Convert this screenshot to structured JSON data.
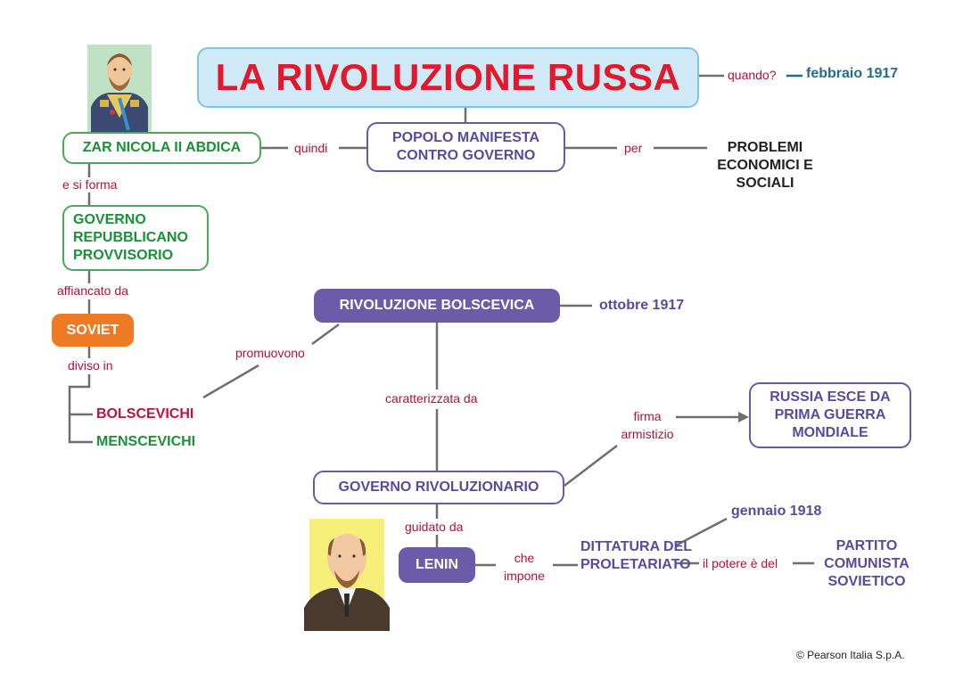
{
  "title": "LA RIVOLUZIONE RUSSA",
  "when_label": "quando?",
  "date_february": "febbraio 1917",
  "tsar": "ZAR NICOLA II ABDICA",
  "then_label": "quindi",
  "people_protest": "POPOLO MANIFESTA CONTRO GOVERNO",
  "for_label": "per",
  "problems": "PROBLEMI ECONOMICI E SOCIALI",
  "forms_label": "e si forma",
  "provisional_government": "GOVERNO REPUBBLICANO PROVVISORIO",
  "flanked_label": "affiancato da",
  "soviet": "SOVIET",
  "divided_label": "diviso in",
  "bolsheviks": "BOLSCEVICHI",
  "mensheviks": "MENSCEVICHI",
  "promote_label": "promuovono",
  "bolshevik_revolution": "RIVOLUZIONE BOLSCEVICA",
  "date_october": "ottobre 1917",
  "characterized_label": "caratterizzata da",
  "revolutionary_government": "GOVERNO RIVOLUZIONARIO",
  "armistice_label": "firma armistizio",
  "russia_exits": "RUSSIA ESCE DA PRIMA GUERRA MONDIALE",
  "led_label": "guidato da",
  "lenin": "LENIN",
  "imposes_label": "che impone",
  "dictatorship": "DITTATURA DEL PROLETARIATO",
  "date_january": "gennaio 1918",
  "power_label": "il potere è del",
  "party": "PARTITO COMUNISTA SOVIETICO",
  "copyright": "© Pearson Italia S.p.A.",
  "colors": {
    "title_red": "#e0192c",
    "title_bg": "#cfeaf6",
    "green": "#1a9037",
    "purple": "#6b5ba8",
    "orange": "#ee7a23",
    "connector_red": "#b0123c",
    "date_blue": "#1f6f8b"
  }
}
